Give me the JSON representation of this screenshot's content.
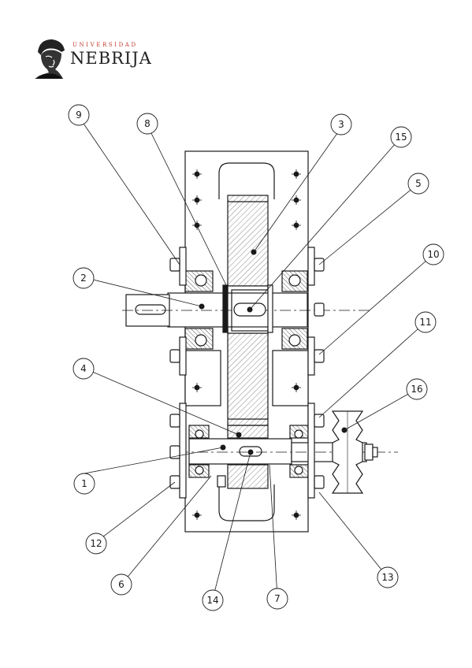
{
  "logo": {
    "university": "UNIVERSIDAD",
    "name": "NEBRIJA"
  },
  "diagram": {
    "callouts": [
      "1",
      "2",
      "3",
      "4",
      "5",
      "6",
      "7",
      "8",
      "9",
      "10",
      "11",
      "12",
      "13",
      "14",
      "15",
      "16"
    ]
  },
  "colors": {
    "line": "#1a1a1a",
    "logo_accent": "#c0392b",
    "hatch": "#555555"
  }
}
